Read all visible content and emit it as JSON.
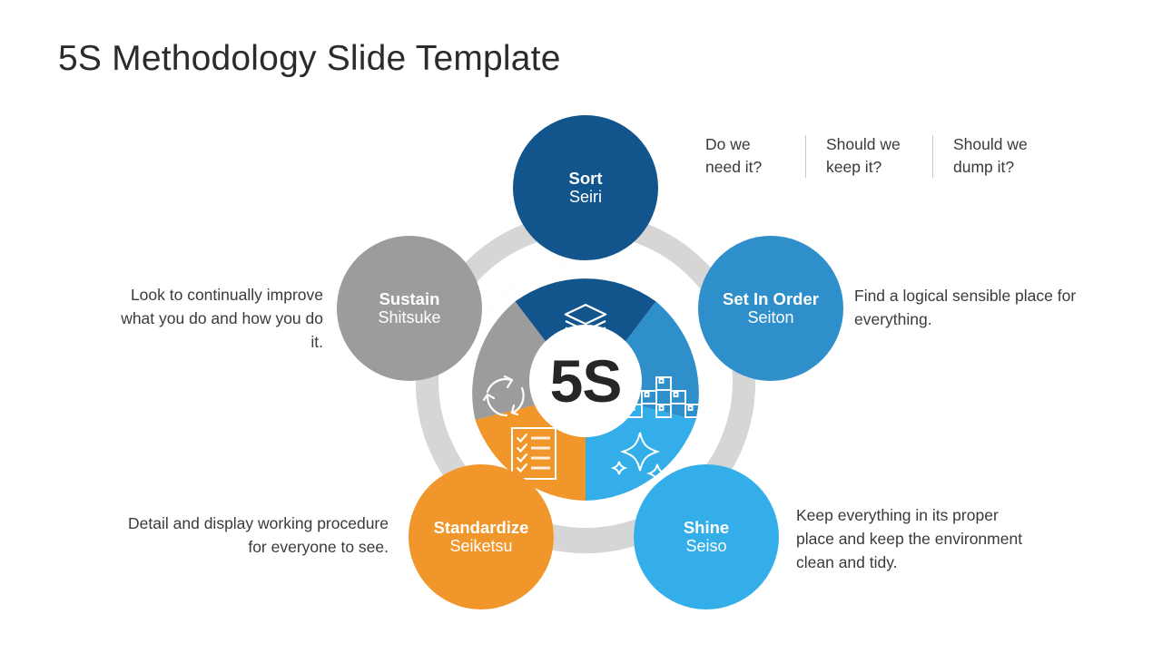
{
  "title": "5S Methodology Slide Template",
  "center_label": "5S",
  "colors": {
    "sort": "#12558c",
    "set_in_order": "#2e8fcb",
    "shine": "#33aee8",
    "standardize": "#f0962b",
    "sustain": "#9c9c9c",
    "ring": "#d6d6d6",
    "background": "#ffffff",
    "text": "#3a3a3a",
    "center_text": "#262626"
  },
  "questions": [
    {
      "line1": "Do we",
      "line2": "need it?"
    },
    {
      "line1": "Should we",
      "line2": "keep it?"
    },
    {
      "line1": "Should we",
      "line2": "dump it?"
    }
  ],
  "steps": [
    {
      "key": "sort",
      "label_en": "Sort",
      "label_jp": "Seiri",
      "icon": "layers-icon",
      "color": "#12558c",
      "description": ""
    },
    {
      "key": "set_in_order",
      "label_en": "Set In Order",
      "label_jp": "Seiton",
      "icon": "stacked-boxes-icon",
      "color": "#2e8fcb",
      "description": "Find a logical sensible place for everything."
    },
    {
      "key": "shine",
      "label_en": "Shine",
      "label_jp": "Seiso",
      "icon": "sparkles-icon",
      "color": "#33aee8",
      "description": "Keep everything in its proper place and keep the environment clean and tidy."
    },
    {
      "key": "standardize",
      "label_en": "Standardize",
      "label_jp": "Seiketsu",
      "icon": "checklist-icon",
      "color": "#f0962b",
      "description": "Detail and display working procedure for everyone to see."
    },
    {
      "key": "sustain",
      "label_en": "Sustain",
      "label_jp": "Shitsuke",
      "icon": "recycle-arrows-icon",
      "color": "#9c9c9c",
      "description": "Look to continually improve what you do and how you do it."
    }
  ]
}
